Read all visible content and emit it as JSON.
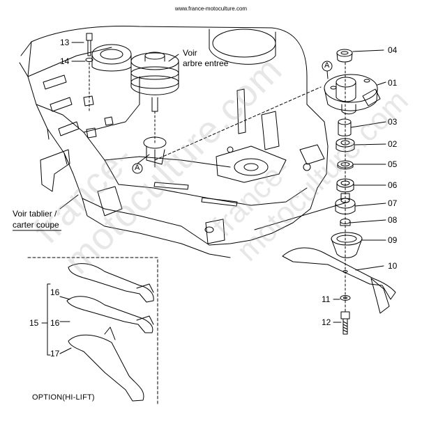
{
  "source": "www.france-motoculture.com",
  "watermark": "france-motoculture.com",
  "notes": {
    "arbre_line1": "Voir",
    "arbre_line2": "arbre entree",
    "tablier_line1": "Voir tablier /",
    "tablier_line2": "carter coupe"
  },
  "callout_a": "A",
  "option_label": "OPTION(HI-LIFT)",
  "parts": [
    "01",
    "02",
    "03",
    "04",
    "05",
    "06",
    "07",
    "08",
    "09",
    "10",
    "11",
    "12",
    "13",
    "14",
    "15",
    "16",
    "16",
    "17"
  ]
}
